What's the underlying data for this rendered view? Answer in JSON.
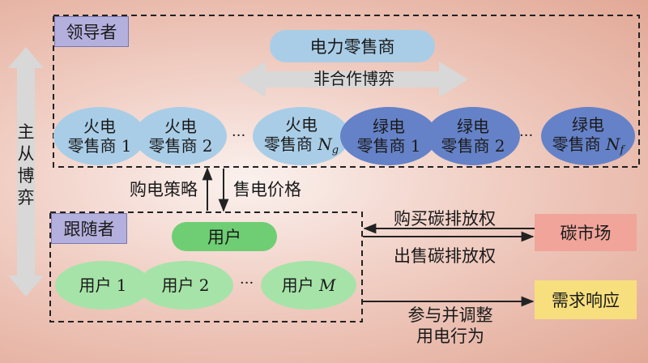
{
  "leader": {
    "tag": "领导者",
    "retailer": "电力零售商",
    "game": "非合作博弈",
    "retailers": [
      {
        "line1": "火电",
        "line2": "零售商 1",
        "kind": "fire"
      },
      {
        "line1": "火电",
        "line2": "零售商 2",
        "kind": "fire"
      },
      {
        "line1": "火电",
        "line2": "零售商 ",
        "var": "N",
        "sub": "g",
        "kind": "fire"
      },
      {
        "line1": "绿电",
        "line2": "零售商 1",
        "kind": "green"
      },
      {
        "line1": "绿电",
        "line2": "零售商 2",
        "kind": "green"
      },
      {
        "line1": "绿电",
        "line2": "零售商 ",
        "var": "N",
        "sub": "f",
        "kind": "green"
      }
    ],
    "ellipsis": "···"
  },
  "follower": {
    "tag": "跟随者",
    "user": "用户",
    "users": [
      {
        "label": "用户 1"
      },
      {
        "label": "用户 2"
      },
      {
        "label": "用户 ",
        "var": "M"
      }
    ],
    "ellipsis": "···"
  },
  "side": {
    "master_slave_game": [
      "主",
      "从",
      "博",
      "弈"
    ]
  },
  "flows": {
    "purchase_strategy": "购电策略",
    "sale_price": "售电价格",
    "buy_carbon": "购买碳排放权",
    "sell_carbon": "出售碳排放权",
    "participate_line1": "参与并调整",
    "participate_line2": "用电行为"
  },
  "carbon_market": "碳市场",
  "demand_response": "需求响应",
  "colors": {
    "fire": "#a9cde7",
    "green": "#6582c8",
    "user": "#a6e3a8",
    "user_pill": "#6fce74",
    "carbon_market": "#f0a49a",
    "demand_response": "#f7df7e",
    "tag": "#b4b0de"
  }
}
